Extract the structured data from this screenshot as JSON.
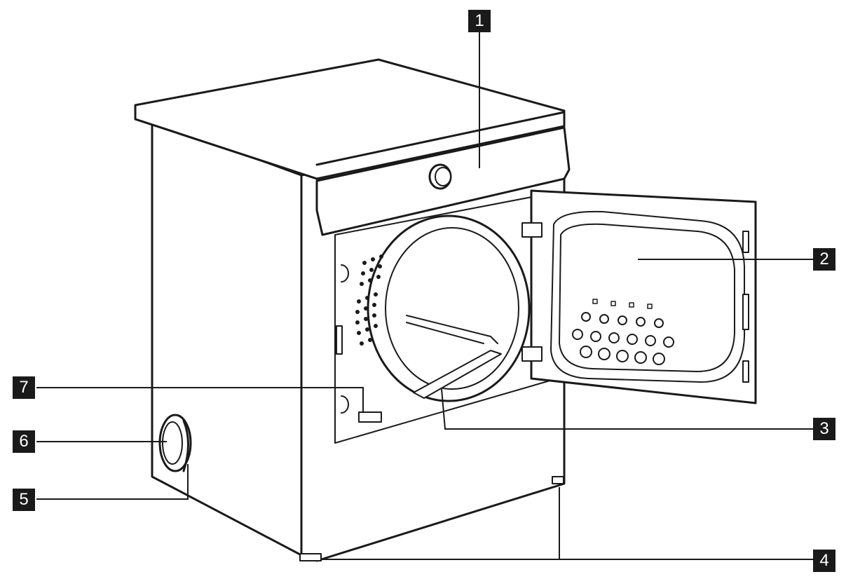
{
  "callouts": [
    {
      "number": "1"
    },
    {
      "number": "2"
    },
    {
      "number": "3"
    },
    {
      "number": "4"
    },
    {
      "number": "5"
    },
    {
      "number": "6"
    },
    {
      "number": "7"
    }
  ],
  "colors": {
    "outline": "#1a1a1a",
    "fill": "#ffffff",
    "badge": "#1a1a1a"
  }
}
